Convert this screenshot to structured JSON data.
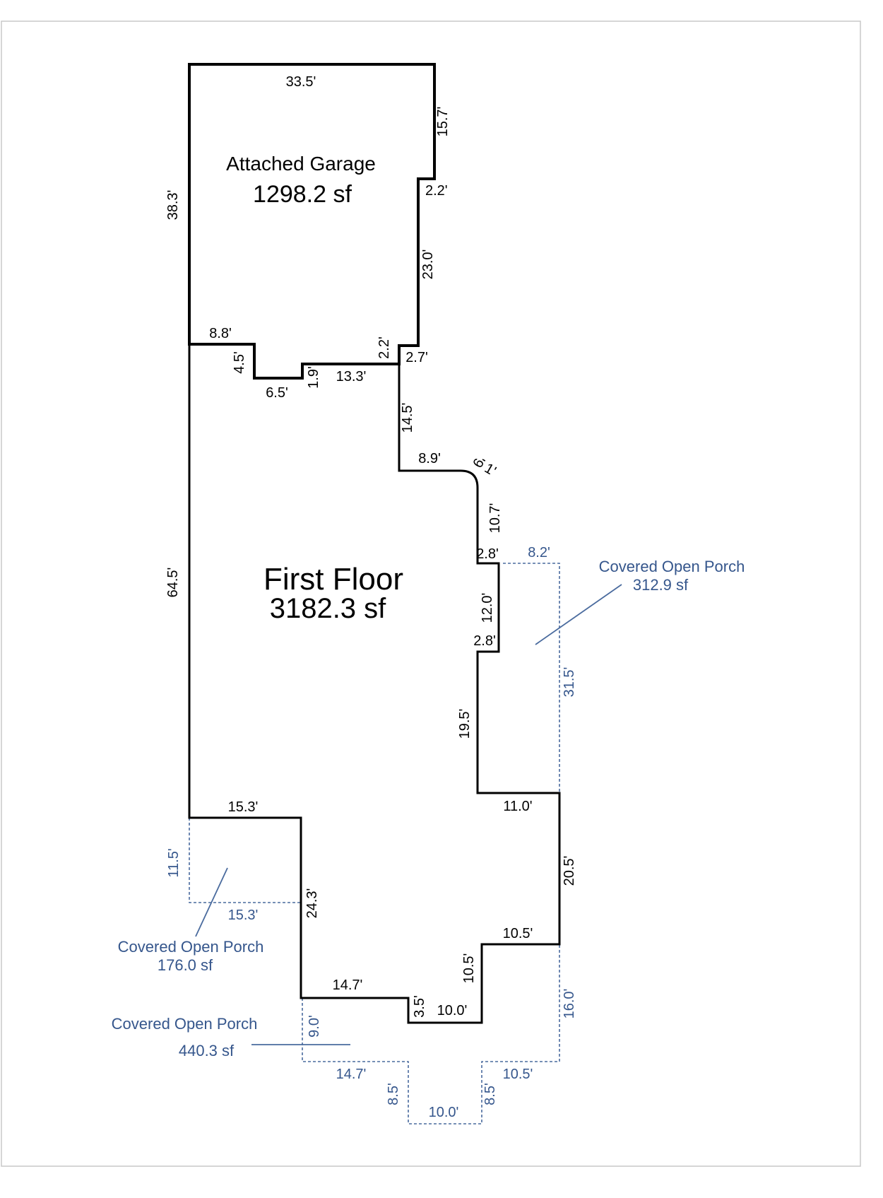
{
  "areas": {
    "garage": {
      "name": "Attached Garage",
      "area": "1298.2 sf"
    },
    "first_floor": {
      "name": "First Floor",
      "area": "3182.3 sf"
    },
    "porch_east": {
      "name": "Covered Open Porch",
      "area": "312.9 sf"
    },
    "porch_west": {
      "name": "Covered Open Porch",
      "area": "176.0 sf"
    },
    "porch_south": {
      "name": "Covered Open Porch",
      "area": "440.3 sf"
    }
  },
  "garage_dims": {
    "top": "33.5'",
    "left": "38.3'",
    "right_upper": "15.7'",
    "notch_top": "2.2'",
    "right_middle": "23.0'",
    "right_lower": "2.2'",
    "bottom_left": "8.8'",
    "step_down": "4.5'",
    "step_bottom": "6.5'",
    "step_up": "1.9'",
    "bottom_middle": "13.3'"
  },
  "floor_dims": {
    "top_jog": "2.7'",
    "east_upper": "14.5'",
    "arc_top": "8.9'",
    "arc_a": "'9",
    "arc_b": "1'",
    "east_mid": "10.7'",
    "jog_in_top": "2.8'",
    "recess": "12.0'",
    "jog_out": "2.8'",
    "east_lower": "19.5'",
    "ledge": "11.0'",
    "east_bottom": "20.5'",
    "south_step_top": "10.5'",
    "south_step_side": "10.5'",
    "south_bay": "10.0'",
    "bay_side": "3.5'",
    "south_run": "14.7'",
    "west_ell_side": "24.3'",
    "west_ell_top": "15.3'",
    "west_wall": "64.5'"
  },
  "porch_dims": {
    "east_top": "8.2'",
    "east_side": "31.5'",
    "west_side": "11.5'",
    "west_bottom": "15.3'",
    "south_left_side": "9.0'",
    "south_run": "14.7'",
    "bay_left": "8.5'",
    "bay_bottom": "10.0'",
    "bay_right": "8.5'",
    "south_right_run": "10.5'",
    "east_lower_side": "16.0'"
  }
}
